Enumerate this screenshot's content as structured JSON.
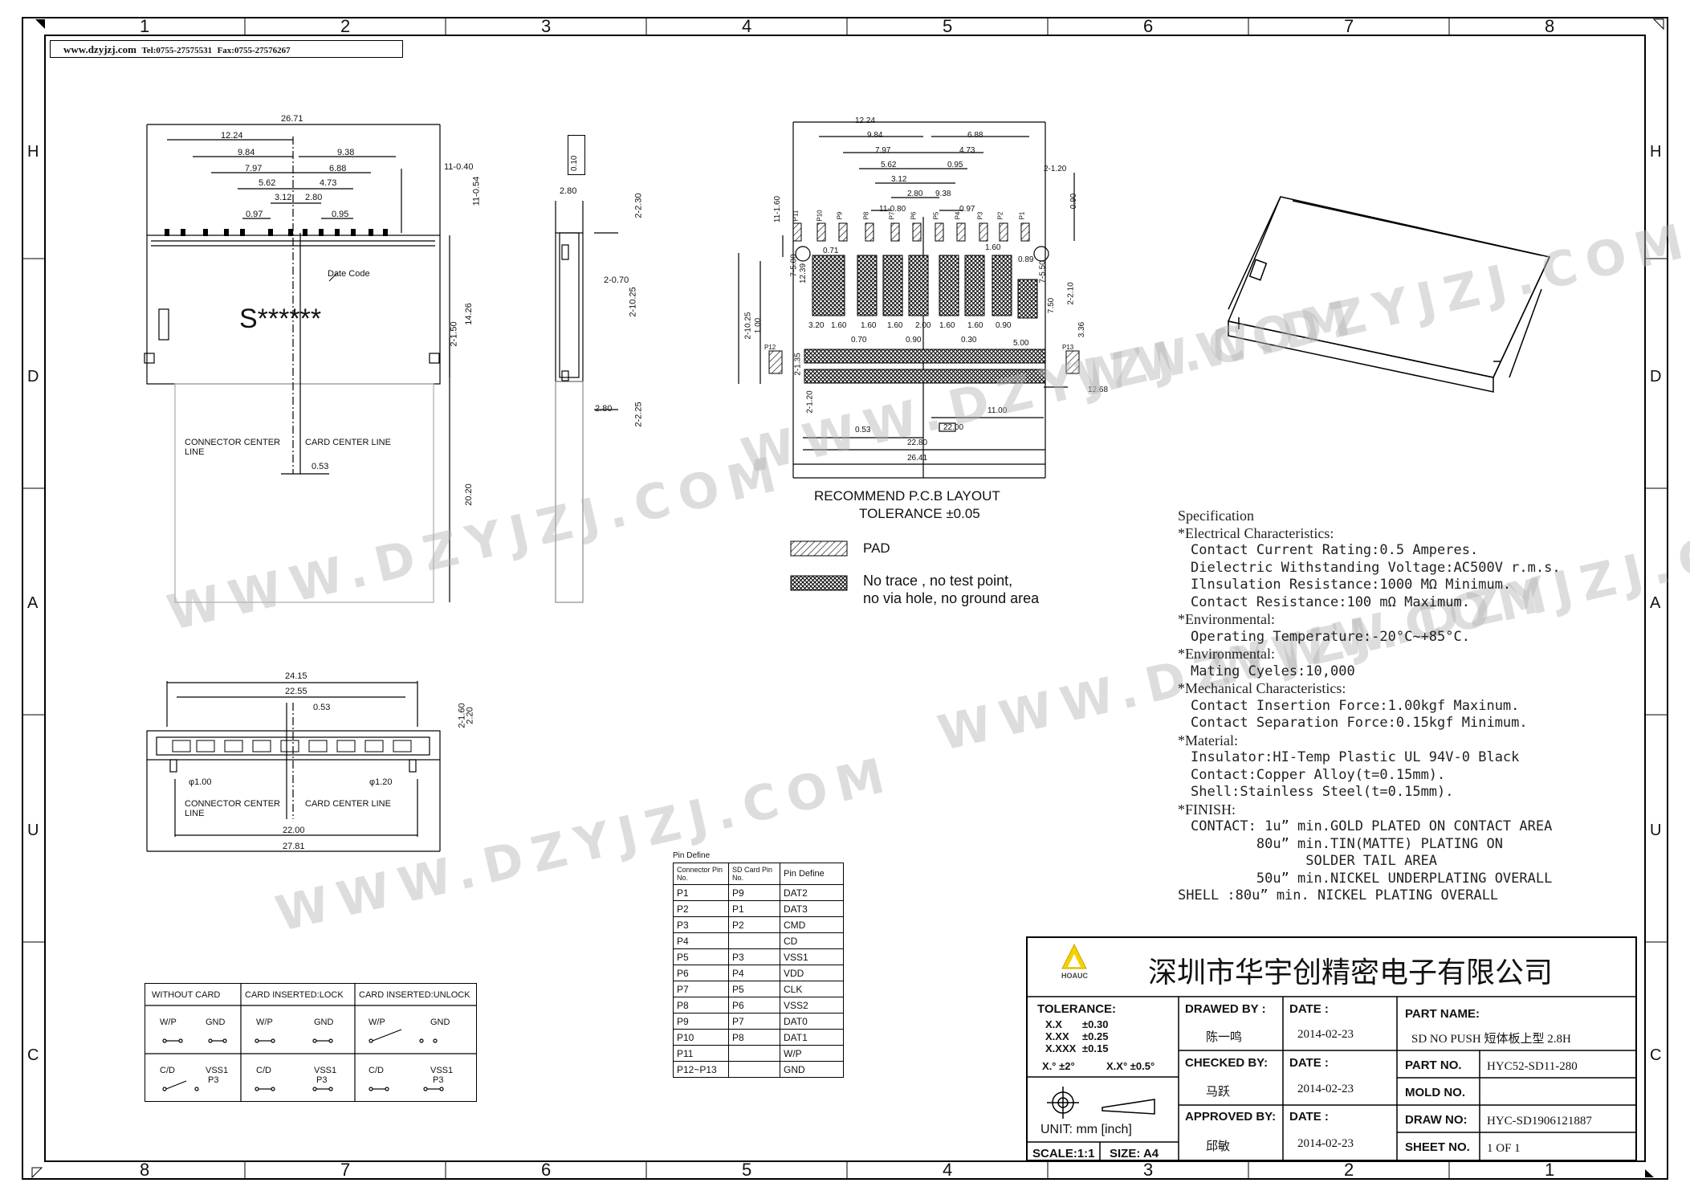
{
  "header": {
    "website": "www.dzyjzj.com",
    "tel": "Tel:0755-27575531",
    "fax": "Fax:0755-27576267"
  },
  "border_labels": {
    "top": [
      "1",
      "2",
      "3",
      "4",
      "5",
      "6",
      "7",
      "8"
    ],
    "bottom": [
      "8",
      "7",
      "6",
      "5",
      "4",
      "3",
      "2",
      "1"
    ],
    "left": [
      "H",
      "D",
      "A",
      "U",
      "C"
    ],
    "right": [
      "H",
      "D",
      "A",
      "U",
      "C"
    ]
  },
  "top_view": {
    "dimensions": [
      "26.71",
      "12.24",
      "9.84",
      "7.97",
      "5.62",
      "3.12",
      "2.80",
      "9.38",
      "6.88",
      "4.73",
      "0.95",
      "0.97",
      "11-0.40",
      "11-0.54",
      "14.26",
      "2-1.50",
      "20.20",
      "0.53"
    ],
    "date_code_label": "Date Code",
    "marking": "S******",
    "connector_center_label": "CONNECTOR CENTER LINE",
    "card_center_label": "CARD CENTER LINE"
  },
  "side_view": {
    "dimensions": [
      "0.10",
      "2.80",
      "2-2.30",
      "2-0.70",
      "2-10.25",
      "2.80",
      "2-2.25"
    ]
  },
  "front_view": {
    "dimensions": [
      "24.15",
      "22.55",
      "0.53",
      "2-1.60",
      "2.20",
      "φ1.00",
      "φ1.20",
      "22.00",
      "27.81"
    ],
    "connector_center_label": "CONNECTOR CENTER LINE",
    "card_center_label": "CARD CENTER LINE"
  },
  "pcb_layout": {
    "dimensions": [
      "12.24",
      "9.84",
      "7.97",
      "5.62",
      "3.12",
      "2.80",
      "9.38",
      "6.88",
      "4.73",
      "0.95",
      "0.97",
      "11-0.80",
      "2-1.20",
      "11-1.60",
      "0.90",
      "0.71",
      "1.60",
      "0.89",
      "7-5.50",
      "7-5.00",
      "12.39",
      "2-10.25",
      "1.00",
      "3.20",
      "1.60",
      "1.60",
      "1.60",
      "2.00",
      "1.60",
      "1.60",
      "0.90",
      "0.70",
      "0.90",
      "0.30",
      "5.00",
      "7.50",
      "2-2.10",
      "3.36",
      "2-1.35",
      "2-1.20",
      "12.68",
      "11.00",
      "0.53",
      "22.00",
      "22.80",
      "26.41"
    ],
    "pin_labels": [
      "P11",
      "P10",
      "P9",
      "P8",
      "P7",
      "P6",
      "P5",
      "P4",
      "P3",
      "P2",
      "P1",
      "P12",
      "P13"
    ],
    "title": "RECOMMEND P.C.B LAYOUT",
    "tolerance": "TOLERANCE ±0.05"
  },
  "legend": {
    "pad": "PAD",
    "keepout_line1": "No trace , no test point,",
    "keepout_line2": "no via hole, no ground area"
  },
  "watermark": "WWW.DZYJZJ.COM",
  "pin_define": {
    "title": "Pin Define",
    "headers": [
      "Connector Pin No.",
      "SD Card Pin No.",
      "Pin Define"
    ],
    "rows": [
      [
        "P1",
        "P9",
        "DAT2"
      ],
      [
        "P2",
        "P1",
        "DAT3"
      ],
      [
        "P3",
        "P2",
        "CMD"
      ],
      [
        "P4",
        "",
        "CD"
      ],
      [
        "P5",
        "P3",
        "VSS1"
      ],
      [
        "P6",
        "P4",
        "VDD"
      ],
      [
        "P7",
        "P5",
        "CLK"
      ],
      [
        "P8",
        "P6",
        "VSS2"
      ],
      [
        "P9",
        "P7",
        "DAT0"
      ],
      [
        "P10",
        "P8",
        "DAT1"
      ],
      [
        "P11",
        "",
        "W/P"
      ],
      [
        "P12~P13",
        "",
        "GND"
      ]
    ]
  },
  "switch_states": {
    "columns": [
      "WITHOUT CARD",
      "CARD INSERTED:LOCK",
      "CARD INSERTED:UNLOCK"
    ],
    "wp": "W/P",
    "gnd": "GND",
    "cd": "C/D",
    "vss1": "VSS1",
    "p3": "P3"
  },
  "specification": {
    "title": "Specification",
    "sections": [
      {
        "heading": "*Electrical Characteristics:",
        "items": [
          "Contact Current Rating:0.5 Amperes.",
          "Dielectric Withstanding Voltage:AC500V r.m.s.",
          "Ilnsulation Resistance:1000 MΩ Minimum.",
          "Contact Resistance:100 mΩ Maximum."
        ]
      },
      {
        "heading": "*Environmental:",
        "items": [
          "Operating Temperature:-20°C~+85°C."
        ]
      },
      {
        "heading": "*Environmental:",
        "items": [
          "Mating Cyeles:10,000"
        ]
      },
      {
        "heading": "*Mechanical Characteristics:",
        "items": [
          "Contact Insertion Force:1.00kgf Maxinum.",
          "Contact Separation Force:0.15kgf Minimum."
        ]
      },
      {
        "heading": "*Material:",
        "items": [
          "Insulator:HI-Temp Plastic UL 94V-0 Black",
          "Contact:Copper Alloy(t=0.15mm).",
          "Shell:Stainless Steel(t=0.15mm)."
        ]
      },
      {
        "heading": "*FINISH:",
        "items": [
          "CONTACT: 1u” min.GOLD PLATED ON CONTACT AREA",
          "        80u” min.TIN(MATTE) PLATING ON",
          "              SOLDER TAIL AREA",
          "        50u” min.NICKEL UNDERPLATING OVERALL"
        ]
      }
    ],
    "shell": "SHELL :80u” min. NICKEL PLATING OVERALL"
  },
  "title_block": {
    "company": "深圳市华宇创精密电子有限公司",
    "logo_text": "HOAUC",
    "tolerance_label": "TOLERANCE:",
    "tol_rows": [
      [
        "X.X",
        "±0.30"
      ],
      [
        "X.XX",
        "±0.25"
      ],
      [
        "X.XXX",
        "±0.15"
      ]
    ],
    "angle_tol_1": "X.°  ±2°",
    "angle_tol_2": "X.X° ±0.5°",
    "unit": "UNIT:  mm  [inch]",
    "scale": "SCALE:1:1",
    "size": "SIZE: A4",
    "drawed_by_label": "DRAWED BY :",
    "drawed_by": "陈一鸣",
    "checked_by_label": "CHECKED BY:",
    "checked_by": "马跃",
    "approved_by_label": "APPROVED BY:",
    "approved_by": "邱敏",
    "date_label": "DATE :",
    "date1": "2014-02-23",
    "date2": "2014-02-23",
    "date3": "2014-02-23",
    "part_name_label": "PART NAME:",
    "part_name": "SD NO PUSH 短体板上型 2.8H",
    "part_no_label": "PART NO.",
    "part_no": "HYC52-SD11-280",
    "mold_no_label": "MOLD NO.",
    "mold_no": "",
    "draw_no_label": "DRAW NO:",
    "draw_no": "HYC-SD1906121887",
    "sheet_no_label": "SHEET NO.",
    "sheet_no": "1 OF 1"
  }
}
